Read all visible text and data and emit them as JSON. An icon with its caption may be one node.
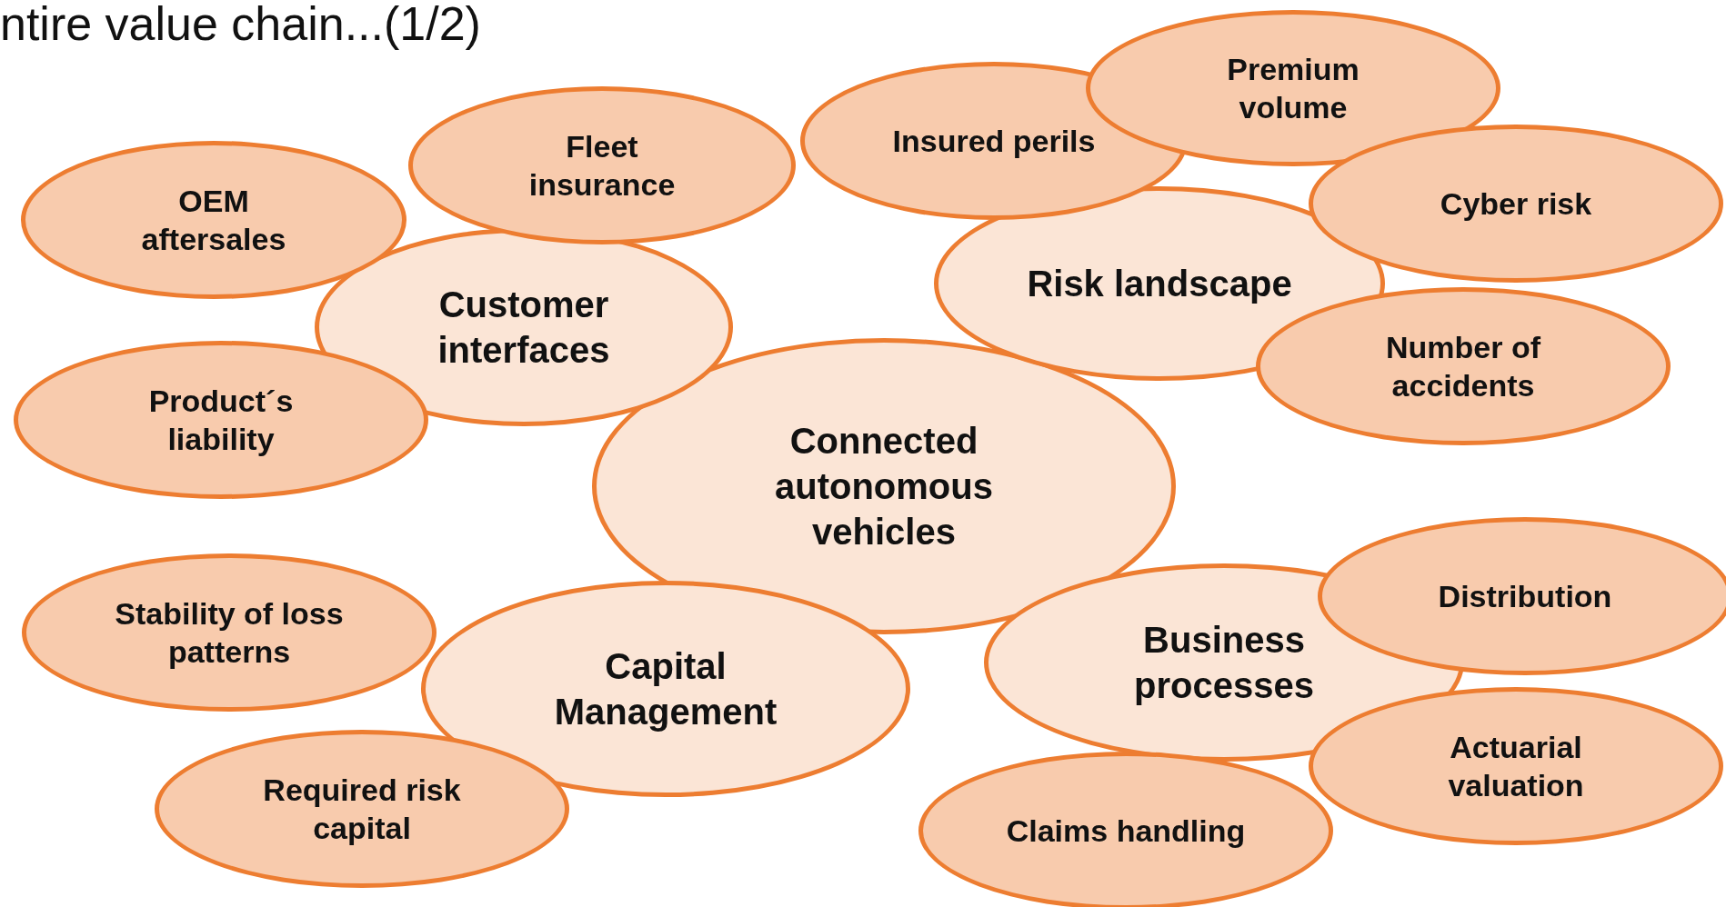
{
  "diagram": {
    "title": "ntire value chain...(1/2)",
    "nodes": [
      {
        "text": [
          "Premium volume"
        ]
      },
      {
        "text": [
          "Insured perils"
        ]
      },
      {
        "text": [
          "Fleet insurance"
        ]
      },
      {
        "text": [
          "OEM aftersales"
        ]
      },
      {
        "text": [
          "Cyber risk"
        ]
      },
      {
        "text": [
          "Risk landscape"
        ]
      },
      {
        "text": [
          "Customer interfaces"
        ]
      },
      {
        "text": [
          "Number of accidents"
        ]
      },
      {
        "text": [
          "Product´s liability"
        ]
      },
      {
        "text": [
          "Connected autonomous vehicles"
        ]
      },
      {
        "text": [
          "Distribution"
        ]
      },
      {
        "text": [
          "Stability of loss patterns"
        ]
      },
      {
        "text": [
          "Business processes"
        ]
      },
      {
        "text": [
          "Capital Management"
        ]
      },
      {
        "text": [
          "Actuarial valuation"
        ]
      },
      {
        "text": [
          "Required risk capital"
        ]
      },
      {
        "text": [
          "Claims handling"
        ]
      }
    ]
  }
}
